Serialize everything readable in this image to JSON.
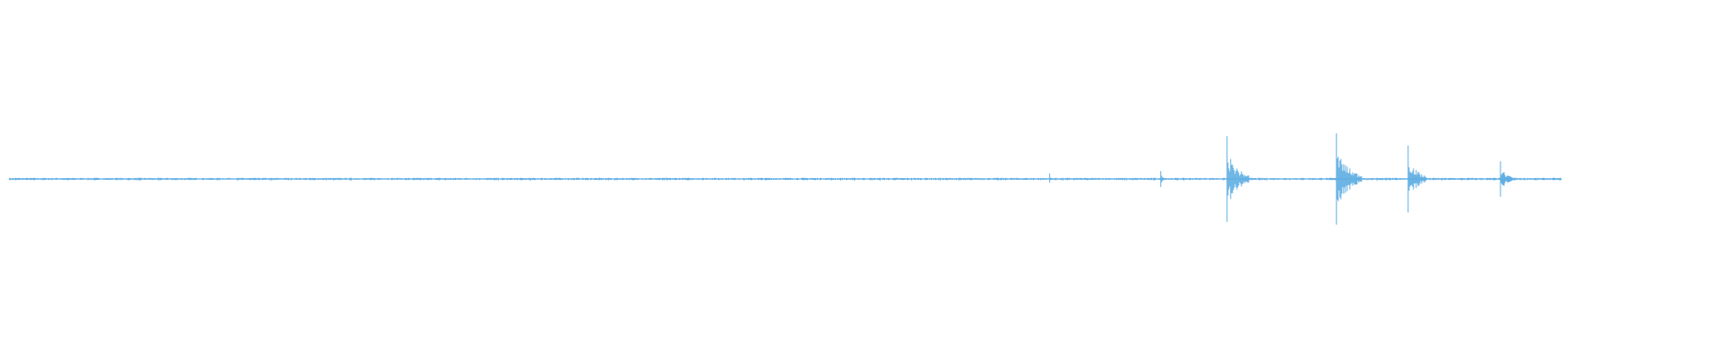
{
  "chart_data": {
    "type": "line",
    "subtype": "audio-waveform",
    "title": "",
    "xlabel": "",
    "ylabel": "",
    "x_range": [
      0,
      1732
    ],
    "ylim": [
      -1,
      1
    ],
    "grid": false,
    "axes_visible": false,
    "color": "#5dade2",
    "baseline_noise_amplitude": 0.02,
    "events": [
      {
        "sample": 1161,
        "peak_pos": 0.12,
        "peak_neg": -0.08,
        "decay": 2
      },
      {
        "sample": 1285,
        "peak_pos": 0.17,
        "peak_neg": -0.17,
        "decay": 3
      },
      {
        "sample": 1359,
        "peak_pos": 0.92,
        "peak_neg": -0.92,
        "decay": 12
      },
      {
        "sample": 1481,
        "peak_pos": 0.98,
        "peak_neg": -0.98,
        "decay": 14
      },
      {
        "sample": 1561,
        "peak_pos": 0.72,
        "peak_neg": -0.72,
        "decay": 10
      },
      {
        "sample": 1664,
        "peak_pos": 0.38,
        "peak_neg": -0.38,
        "decay": 8
      }
    ]
  }
}
